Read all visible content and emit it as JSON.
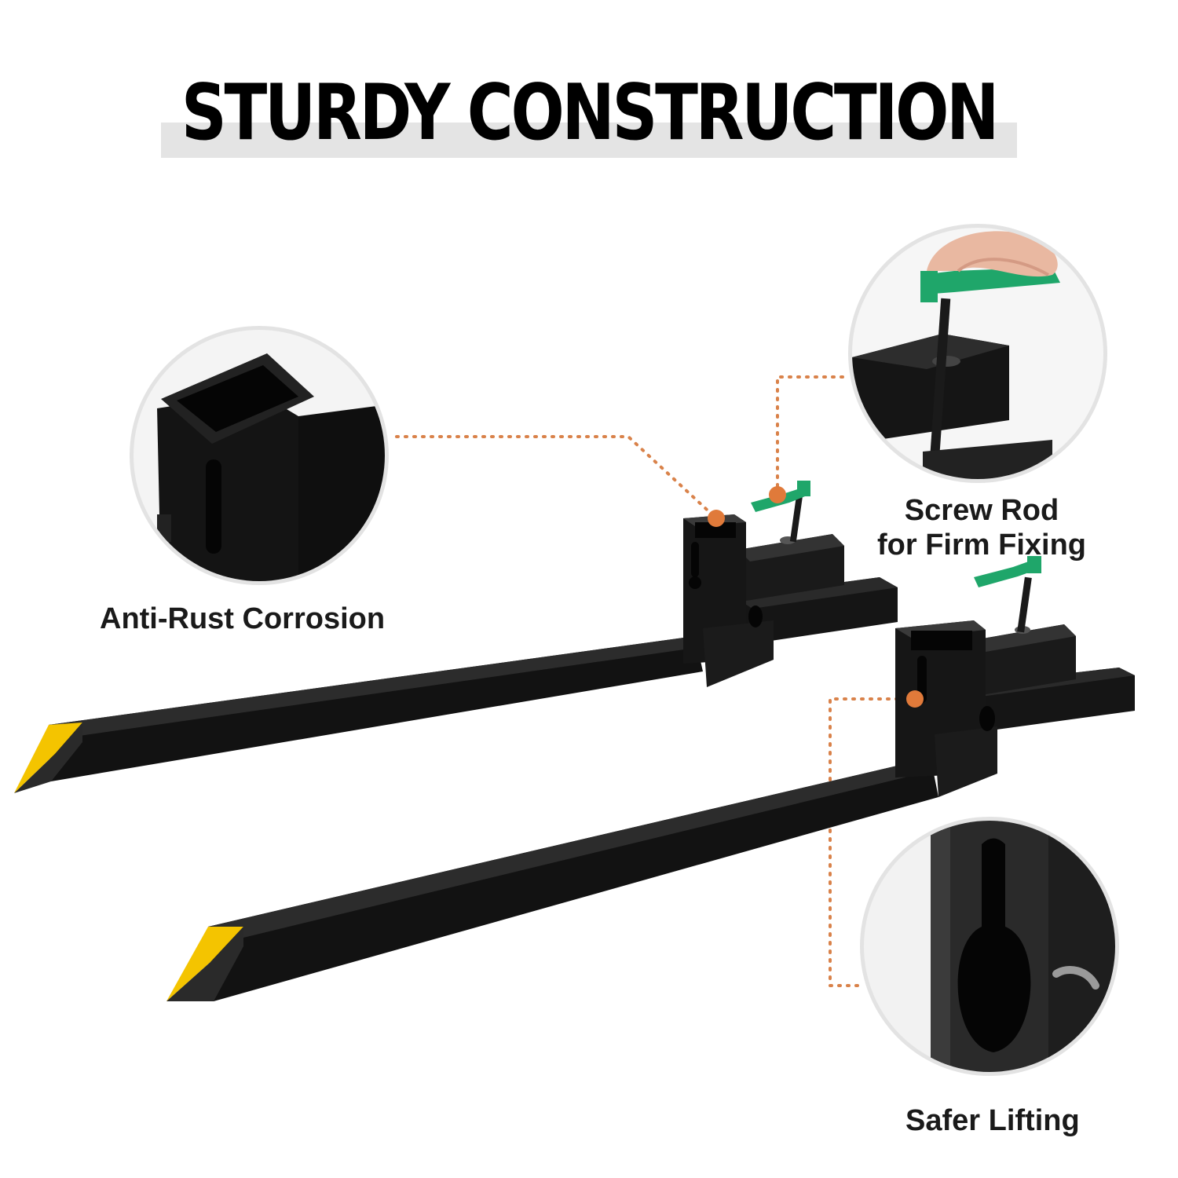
{
  "title": "STURDY CONSTRUCTION",
  "callouts": {
    "anti_rust": "Anti-Rust Corrosion",
    "screw_rod_line1": "Screw Rod",
    "screw_rod_line2": "for Firm Fixing",
    "safer_lifting": "Safer Lifting"
  },
  "colors": {
    "steel": "#111111",
    "tip": "#f4c400",
    "handle": "#1fa66a",
    "accent_dot": "#e07a3a",
    "ring": "#e0e0e0"
  }
}
